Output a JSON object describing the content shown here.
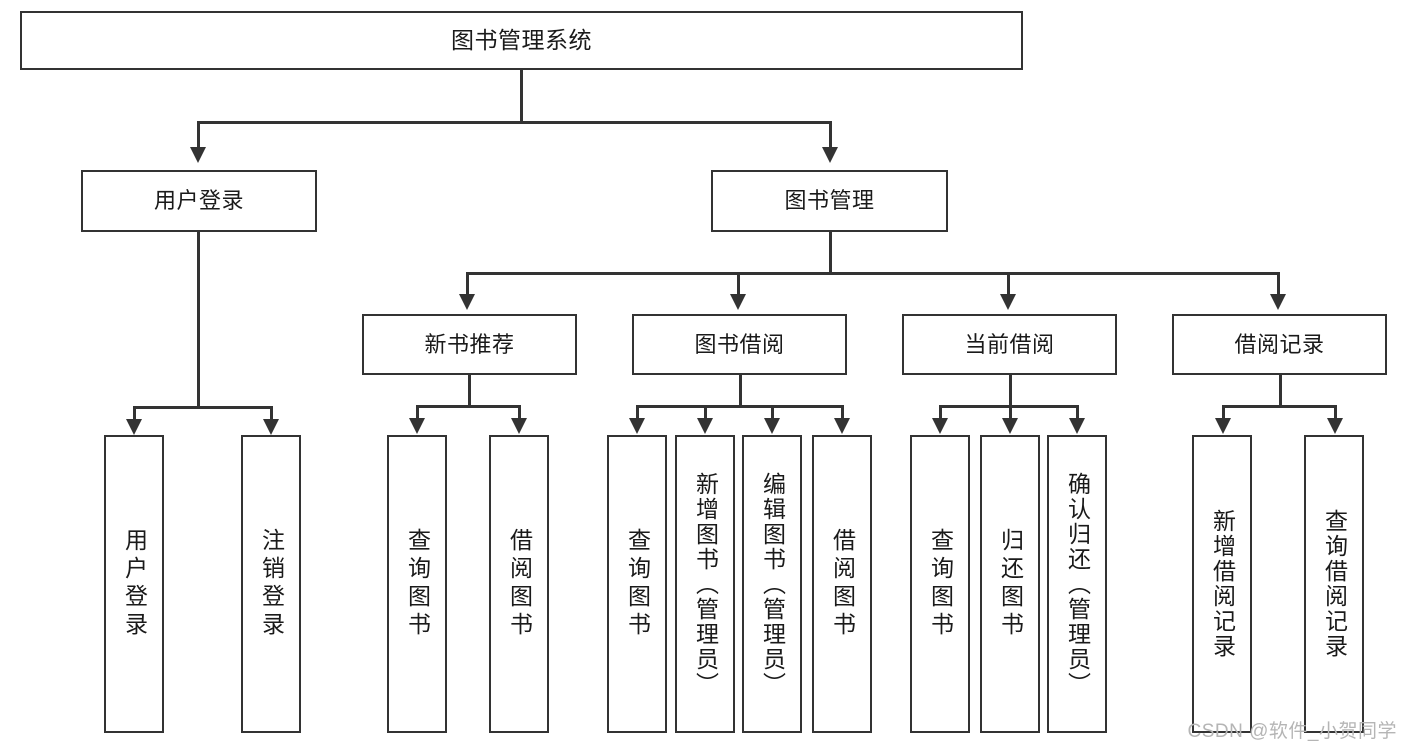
{
  "diagram": {
    "title": "图书管理系统",
    "type": "tree-hierarchy-diagram",
    "orientation": "top-down",
    "accent_color": "#333333",
    "background_color": "#ffffff",
    "levels": 4
  },
  "nodes": {
    "root": {
      "label": "图书管理系统"
    },
    "level1": [
      {
        "id": "user-login",
        "label": "用户登录"
      },
      {
        "id": "book-manage",
        "label": "图书管理"
      }
    ],
    "level2": [
      {
        "id": "new-book-recommend",
        "label": "新书推荐"
      },
      {
        "id": "book-borrow",
        "label": "图书借阅"
      },
      {
        "id": "current-borrow",
        "label": "当前借阅"
      },
      {
        "id": "borrow-record",
        "label": "借阅记录"
      }
    ],
    "leaves": {
      "user_login": [
        {
          "id": "leaf-user-login",
          "label": "用户登录"
        },
        {
          "id": "leaf-logout",
          "label": "注销登录"
        }
      ],
      "new_book_recommend": [
        {
          "id": "leaf-query-book-1",
          "label": "查询图书"
        },
        {
          "id": "leaf-borrow-book-1",
          "label": "借阅图书"
        }
      ],
      "book_borrow": [
        {
          "id": "leaf-query-book-2",
          "label": "查询图书"
        },
        {
          "id": "leaf-add-book",
          "label": "新增图书（管理员）"
        },
        {
          "id": "leaf-edit-book",
          "label": "编辑图书（管理员）"
        },
        {
          "id": "leaf-borrow-book-2",
          "label": "借阅图书"
        }
      ],
      "current_borrow": [
        {
          "id": "leaf-query-book-3",
          "label": "查询图书"
        },
        {
          "id": "leaf-return-book",
          "label": "归还图书"
        },
        {
          "id": "leaf-confirm-return",
          "label": "确认归还（管理员）"
        }
      ],
      "borrow_record": [
        {
          "id": "leaf-add-record",
          "label": "新增借阅记录"
        },
        {
          "id": "leaf-query-record",
          "label": "查询借阅记录"
        }
      ]
    }
  },
  "watermark": {
    "text": "CSDN @软件_小贺同学"
  }
}
